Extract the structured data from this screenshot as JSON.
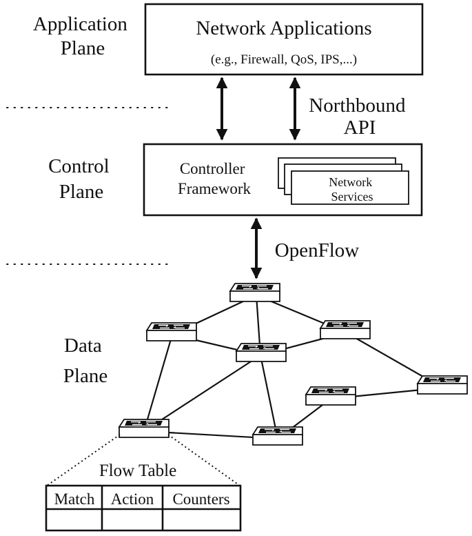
{
  "planes": {
    "application": [
      "Application",
      "Plane"
    ],
    "control": [
      "Control",
      "Plane"
    ],
    "data": [
      "Data",
      "Plane"
    ]
  },
  "app_box": {
    "title": "Network Applications",
    "subtitle": "(e.g., Firewall, QoS, IPS,...)"
  },
  "northbound": [
    "Northbound",
    "API"
  ],
  "controller_box": {
    "framework": [
      "Controller",
      "Framework"
    ],
    "services": [
      "Network",
      "Services"
    ]
  },
  "openflow": "OpenFlow",
  "flow_table": {
    "title": "Flow Table",
    "columns": [
      "Match",
      "Action",
      "Counters"
    ]
  }
}
